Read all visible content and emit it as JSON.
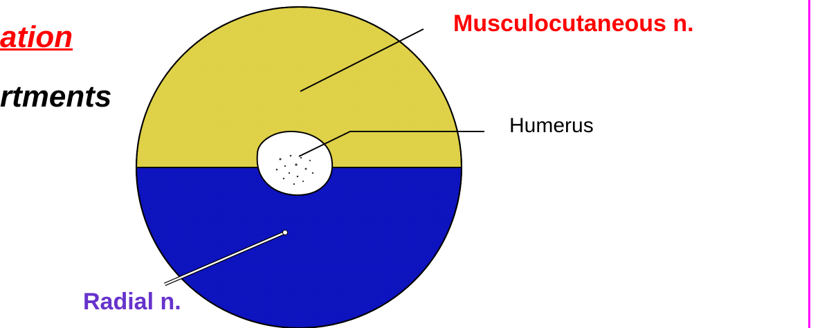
{
  "slide": {
    "title_fragment": "ation",
    "subtitle_fragment": "rtments"
  },
  "labels": {
    "musculocutaneous": "Musculocutaneous n.",
    "humerus": "Humerus",
    "radial": "Radial n."
  },
  "colors": {
    "anterior_compartment": "#e3d54a",
    "posterior_compartment": "#0e14bf",
    "title_red": "#ff0000",
    "radial_label": "#6633cc",
    "right_border": "#ff00ff"
  }
}
